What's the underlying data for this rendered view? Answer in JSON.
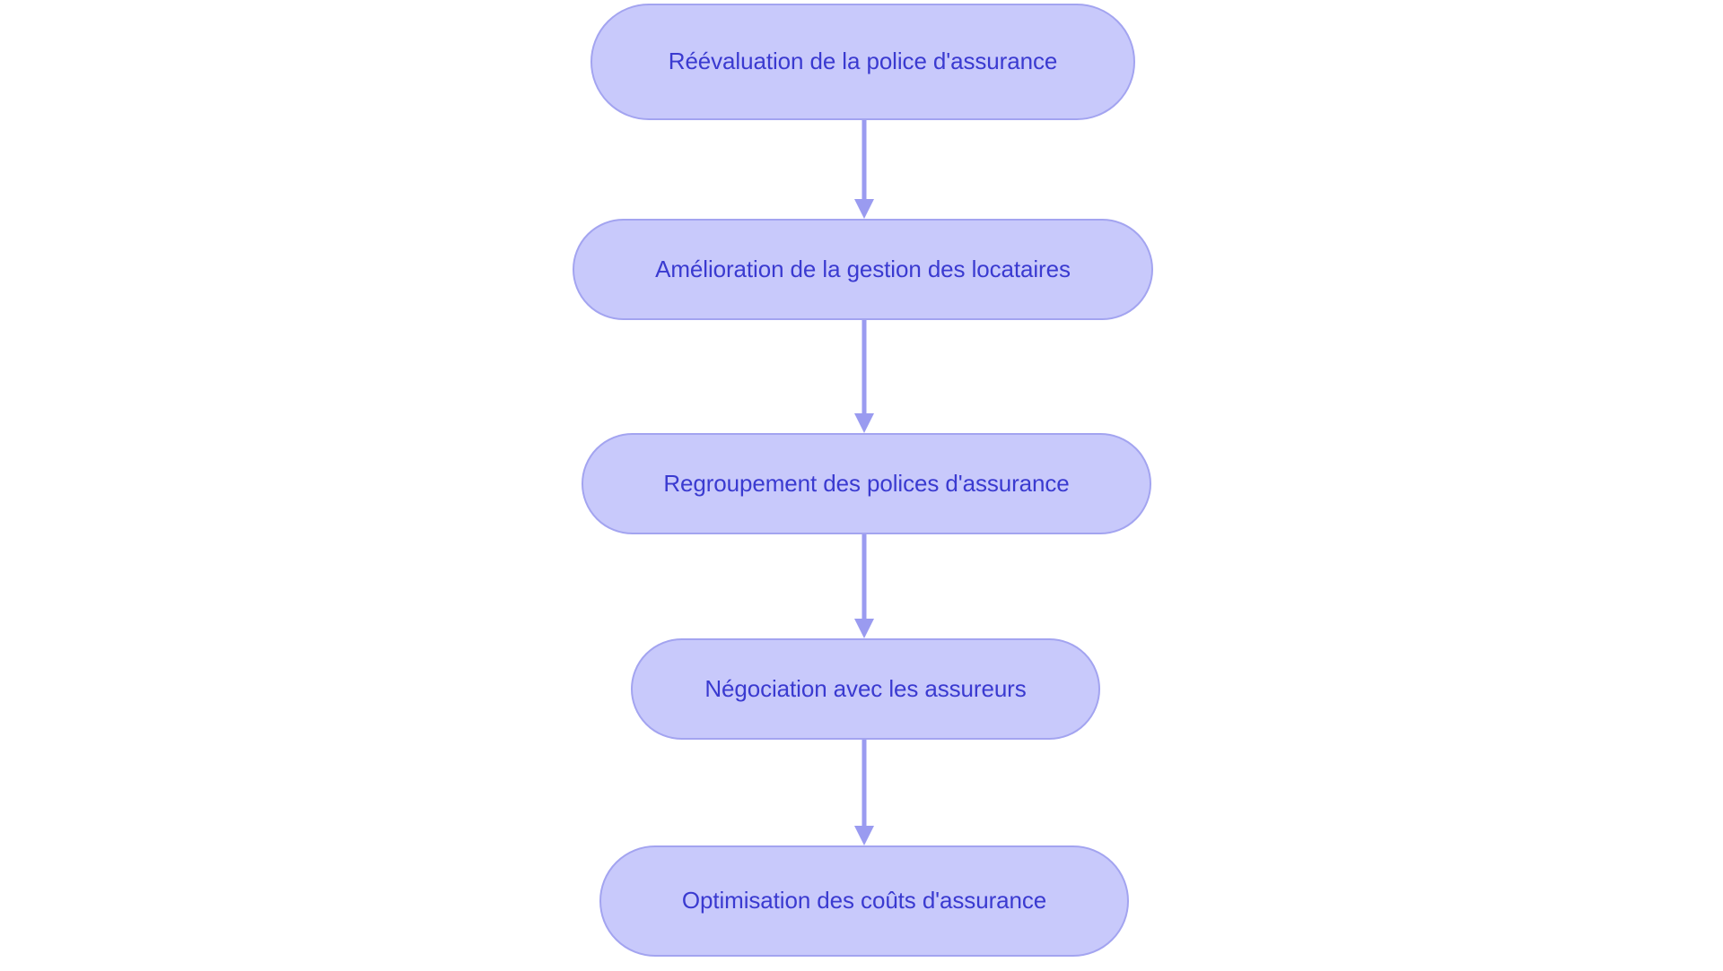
{
  "diagram": {
    "type": "flowchart",
    "orientation": "vertical-top-down",
    "background_color": "#ffffff",
    "node_fill_color": "#c8c9fb",
    "node_border_color": "#a3a4f0",
    "node_text_color": "#3a3ad0",
    "connector_color": "#9a9bf0",
    "nodes": [
      {
        "id": "node-1",
        "label": "Réévaluation de la police d'assurance"
      },
      {
        "id": "node-2",
        "label": "Amélioration de la gestion des locataires"
      },
      {
        "id": "node-3",
        "label": "Regroupement des polices d'assurance"
      },
      {
        "id": "node-4",
        "label": "Négociation avec les assureurs"
      },
      {
        "id": "node-5",
        "label": "Optimisation des coûts d'assurance"
      }
    ],
    "edges": [
      {
        "id": "edge-1",
        "from": "node-1",
        "to": "node-2",
        "arrow": "down-arrow"
      },
      {
        "id": "edge-2",
        "from": "node-2",
        "to": "node-3",
        "arrow": "down-arrow"
      },
      {
        "id": "edge-3",
        "from": "node-3",
        "to": "node-4",
        "arrow": "down-arrow"
      },
      {
        "id": "edge-4",
        "from": "node-4",
        "to": "node-5",
        "arrow": "down-arrow"
      }
    ]
  }
}
